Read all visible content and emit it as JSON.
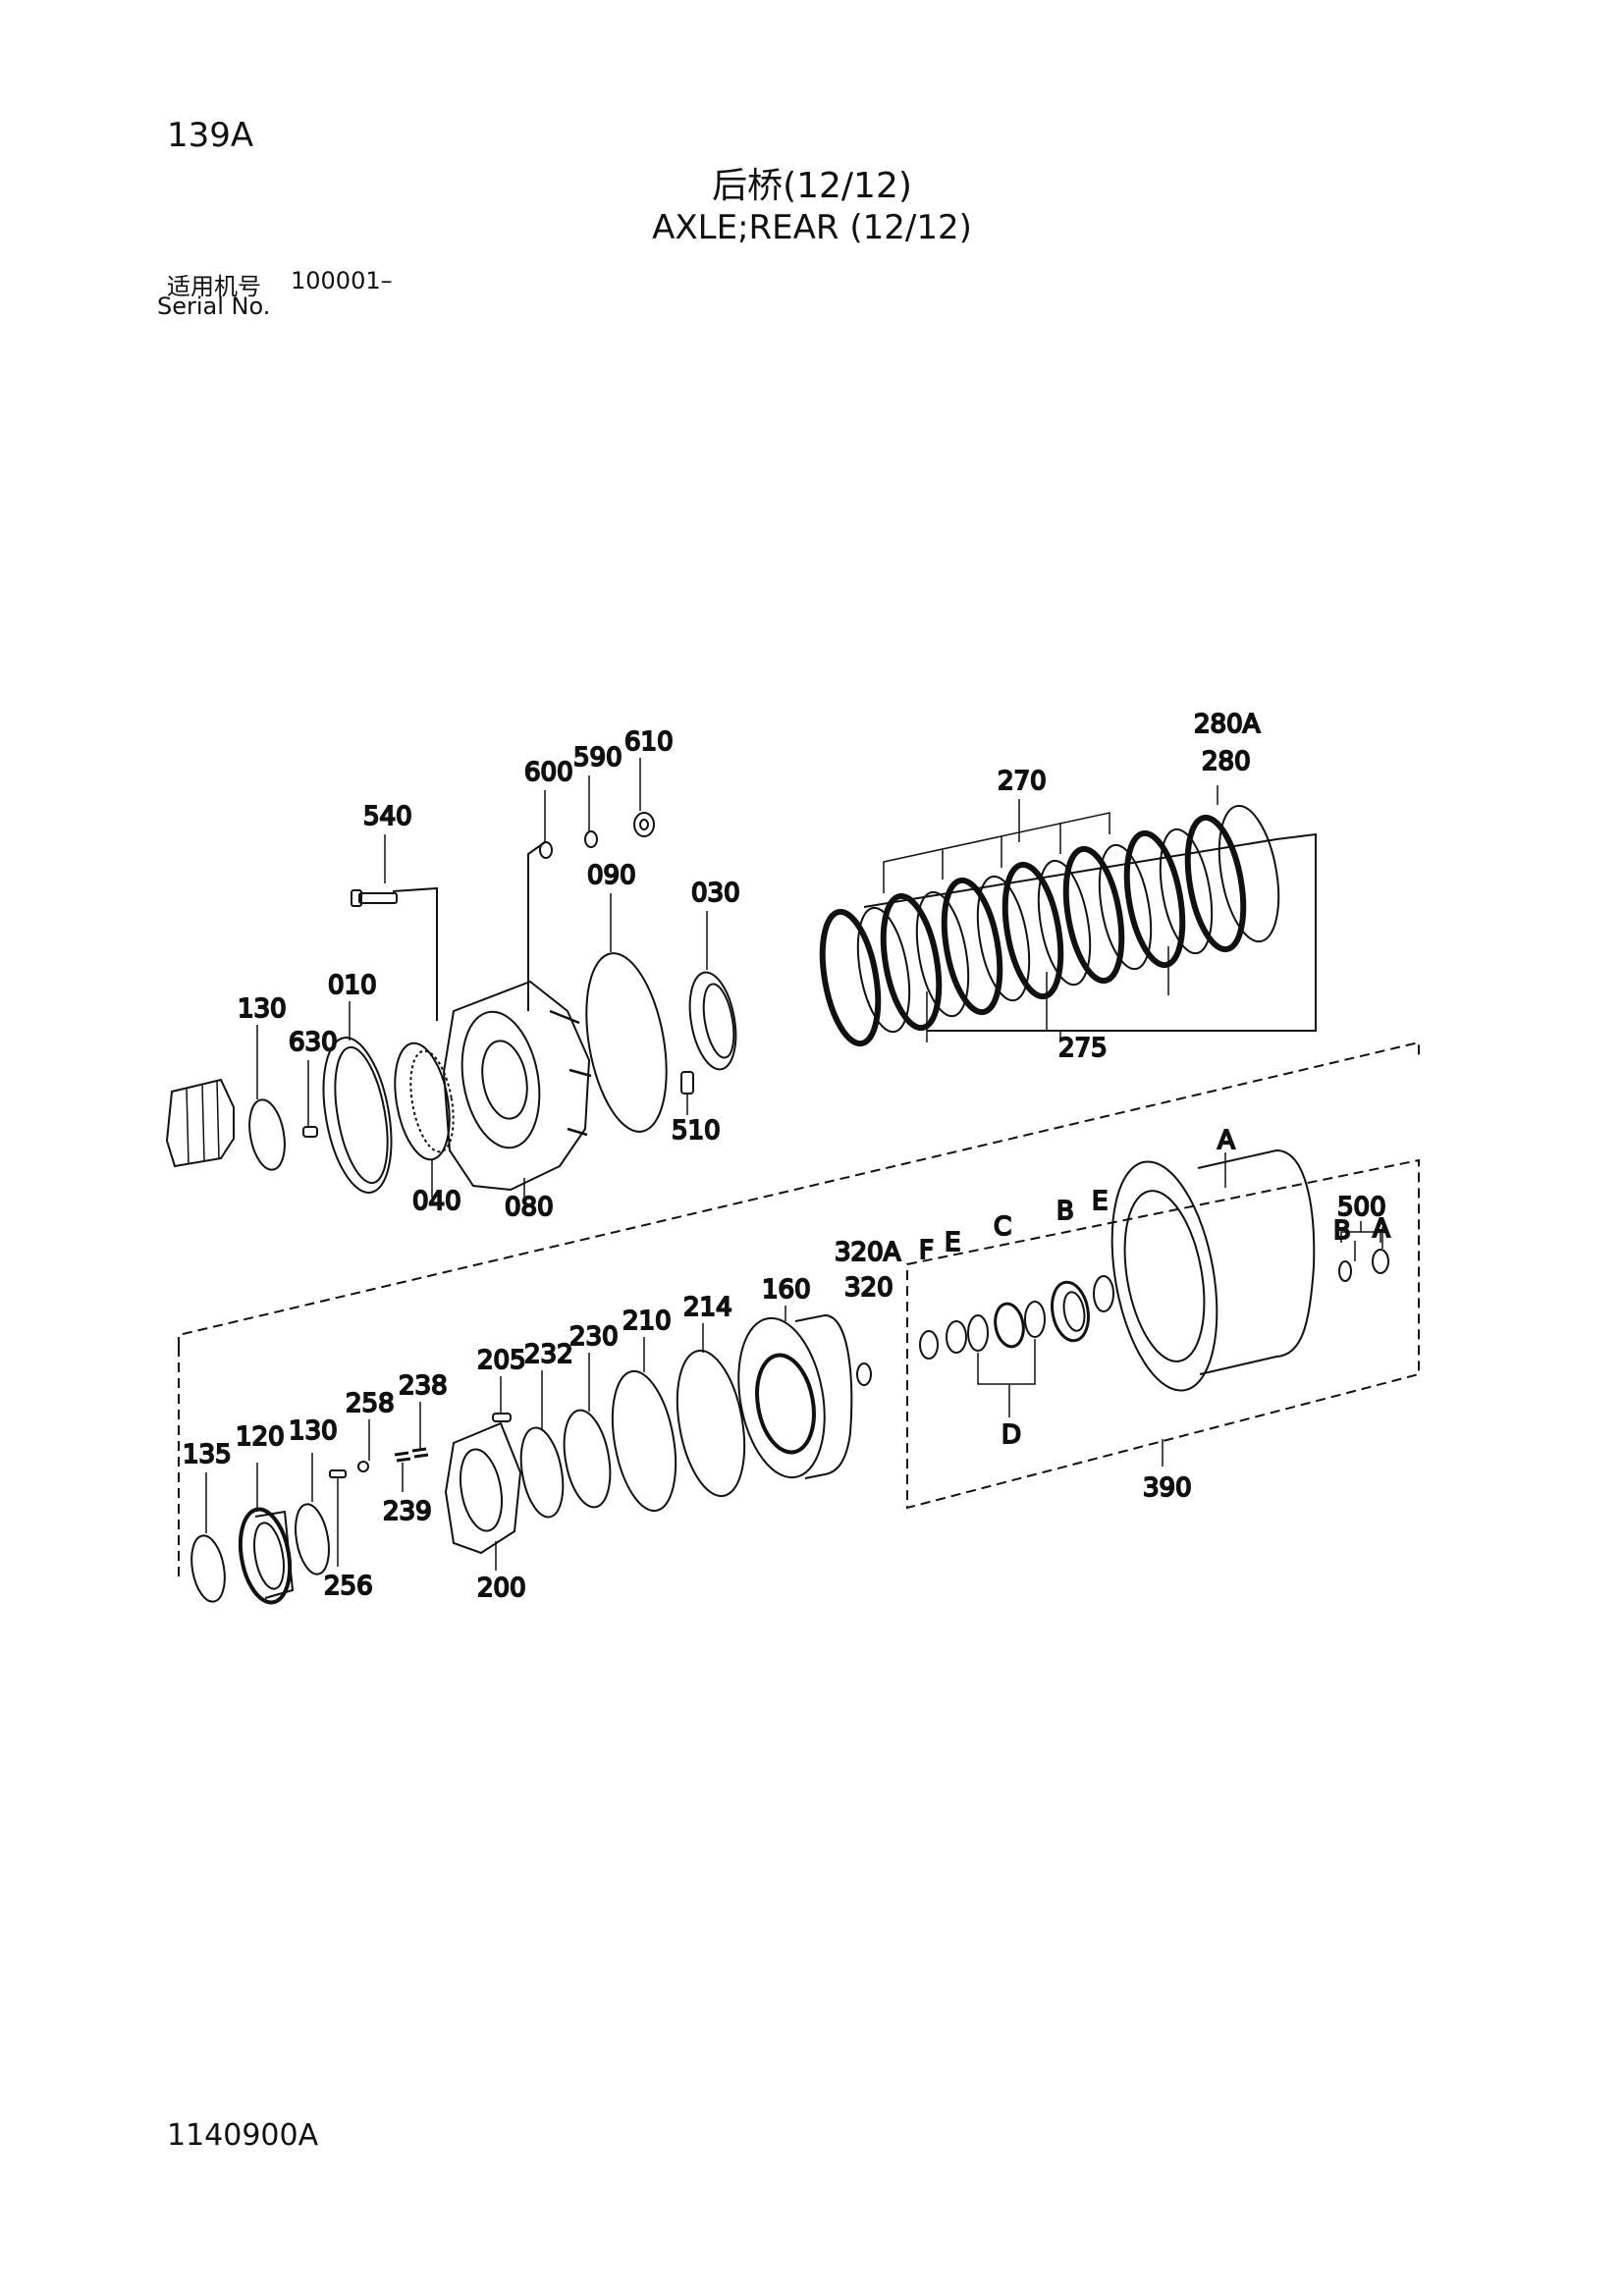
{
  "page_code": "139A",
  "title_cn": "后桥(12/12)",
  "title_en": "AXLE;REAR (12/12)",
  "serial_label_cn": "适用机号",
  "serial_value": "100001–",
  "serial_label_en": "Serial No.",
  "drawing_number": "1140900A",
  "callouts": {
    "c540": "540",
    "c600": "600",
    "c590": "590",
    "c610": "610",
    "c090": "090",
    "c030": "030",
    "c270": "270",
    "c280A": "280A",
    "c280": "280",
    "c130a": "130",
    "c630": "630",
    "c010": "010",
    "c040": "040",
    "c080": "080",
    "c510": "510",
    "c275": "275",
    "cA1": "A",
    "c500": "500",
    "cB1": "B",
    "cA2": "A",
    "cF": "F",
    "cE1": "E",
    "cC": "C",
    "cB2": "B",
    "cE2": "E",
    "cD": "D",
    "c320A": "320A",
    "c320": "320",
    "c160": "160",
    "c214": "214",
    "c210": "210",
    "c230": "230",
    "c232": "232",
    "c205": "205",
    "c238": "238",
    "c258": "258",
    "c135": "135",
    "c120": "120",
    "c130b": "130",
    "c239": "239",
    "c256": "256",
    "c200": "200",
    "c390": "390"
  }
}
